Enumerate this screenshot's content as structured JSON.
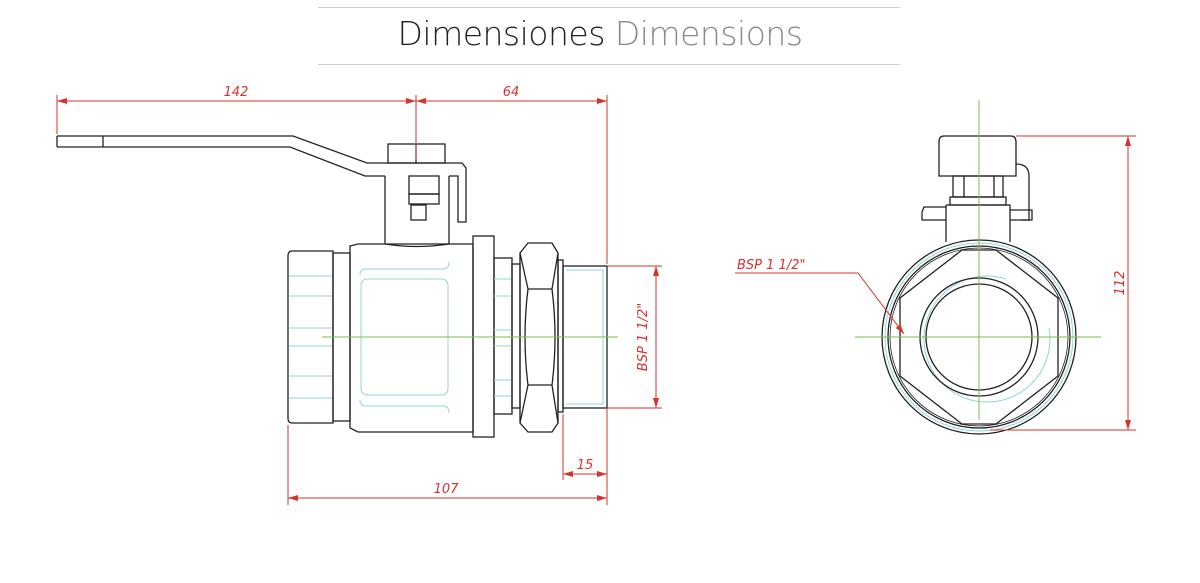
{
  "header": {
    "title_es": "Dimensiones",
    "title_en": "Dimensions"
  },
  "side_view": {
    "dim_handle_length": "142",
    "dim_stem_to_end": "64",
    "dim_thread_size": "BSP 1 1/2\"",
    "dim_thread_length": "15",
    "dim_total_length": "107"
  },
  "front_view": {
    "thread_label": "BSP 1 1/2\"",
    "dim_height": "112"
  },
  "colors": {
    "dimension": "#d8322a",
    "centerline": "#7cbf4a",
    "hidden": "#8fd3df",
    "outline": "#222222"
  }
}
